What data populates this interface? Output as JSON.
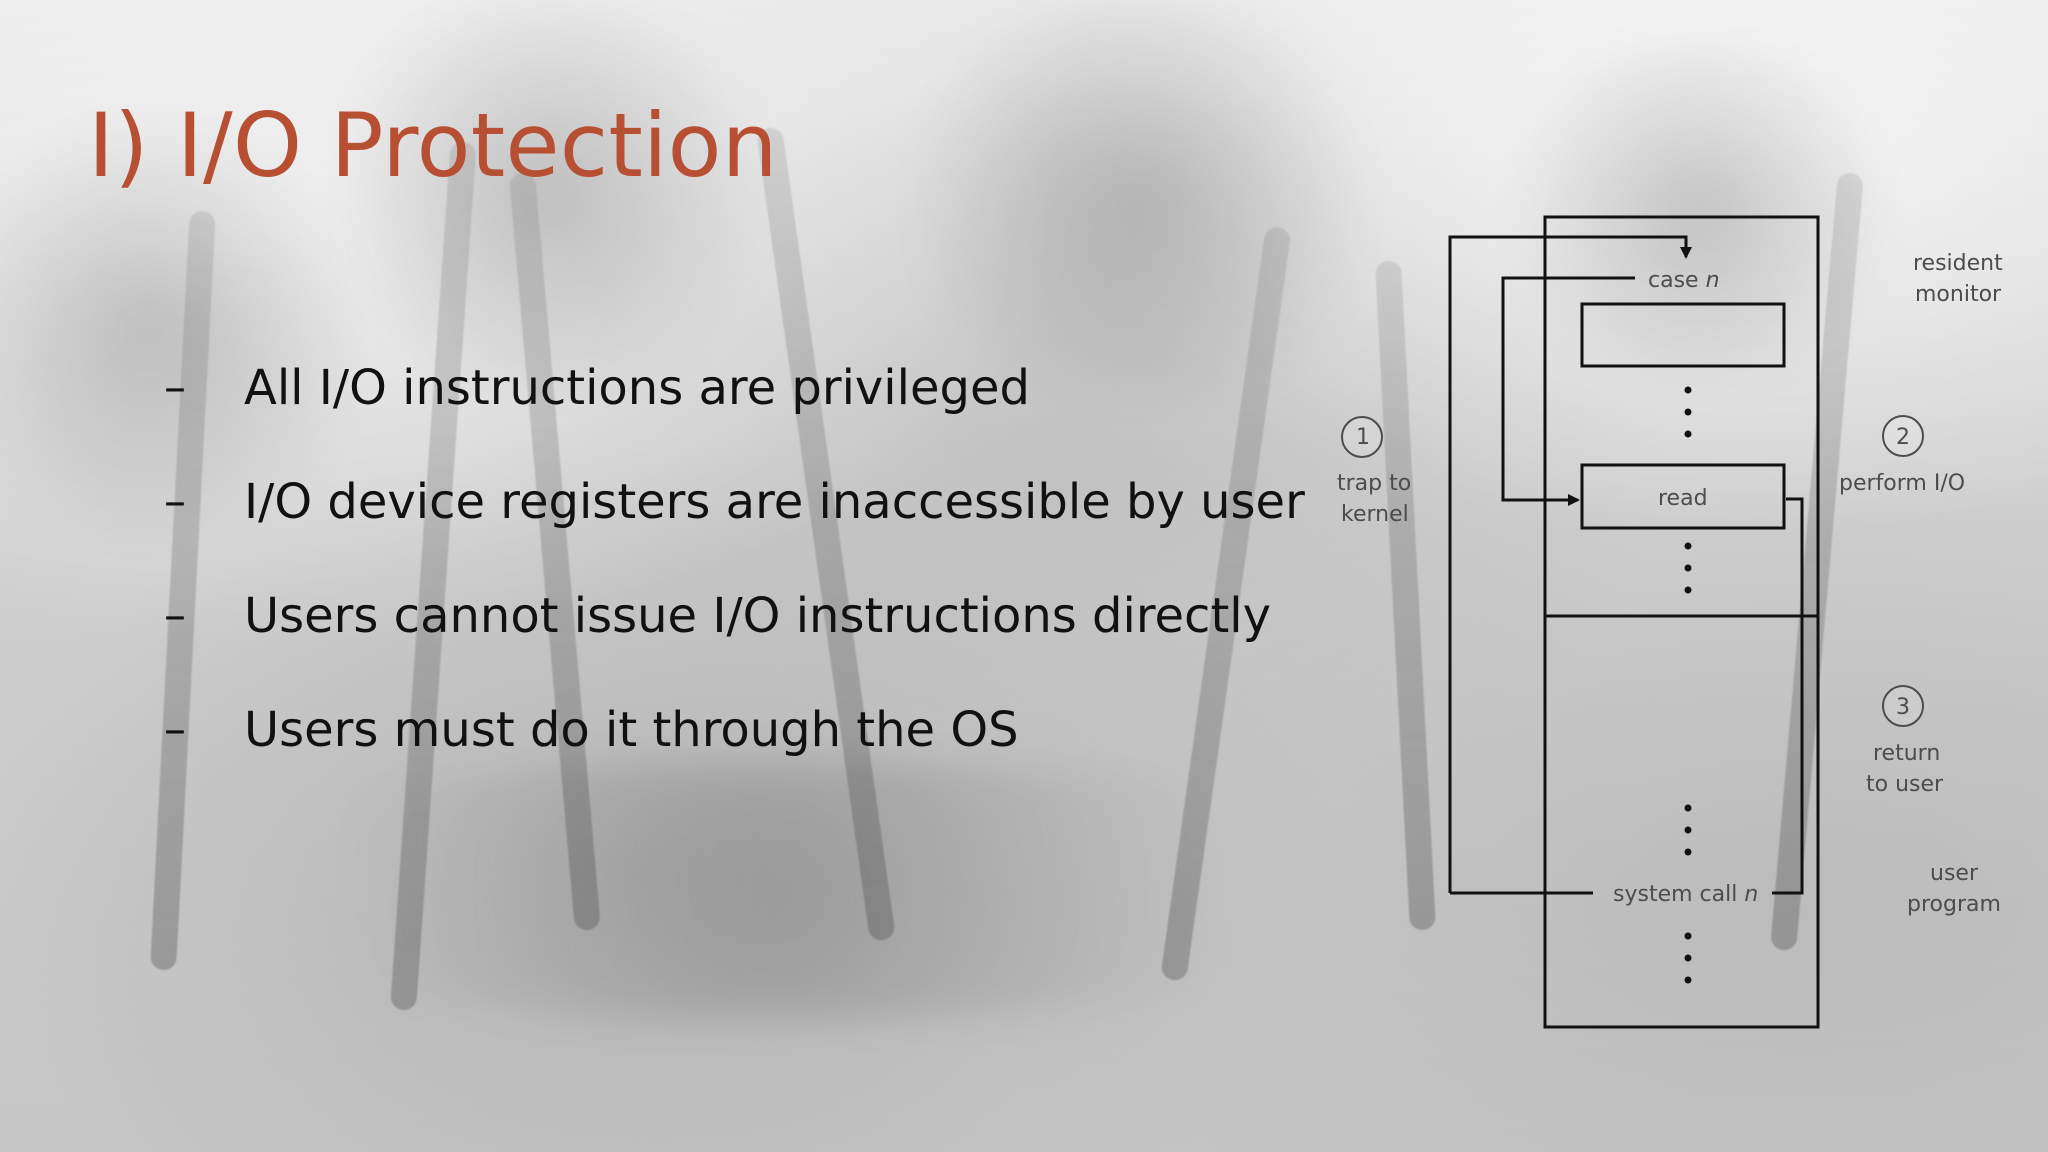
{
  "slide": {
    "title": "I) I/O Protection",
    "bullet_marker": "–",
    "bullets": [
      "All I/O instructions are privileged",
      "I/O device registers are inaccessible by user",
      "Users cannot issue I/O instructions directly",
      "Users must do it through the OS"
    ]
  },
  "diagram": {
    "labels": {
      "case_prefix": "case ",
      "case_var": "n",
      "read": "read",
      "system_call_prefix": "system call ",
      "system_call_var": "n",
      "resident_monitor_line1": "resident",
      "resident_monitor_line2": "monitor",
      "user_program_line1": "user",
      "user_program_line2": "program"
    },
    "steps": [
      {
        "number": "1",
        "line1": "trap to",
        "line2": "kernel"
      },
      {
        "number": "2",
        "line1": "perform I/O",
        "line2": ""
      },
      {
        "number": "3",
        "line1": "return",
        "line2": "to user"
      }
    ]
  },
  "colors": {
    "title": "#b74f32",
    "body_text": "#111111",
    "diagram_text": "#4c4c4c"
  }
}
